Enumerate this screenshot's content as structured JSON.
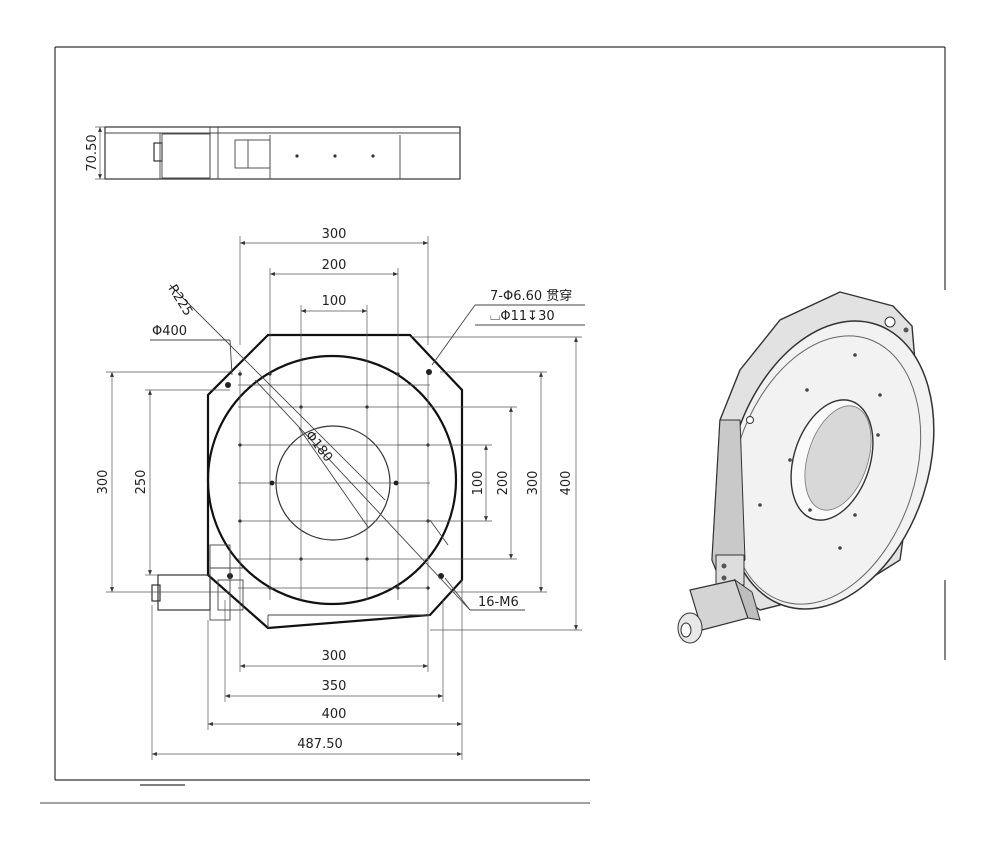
{
  "top_view": {
    "height_dim": "70.50"
  },
  "plan_view": {
    "dims_top": [
      "300",
      "200",
      "100"
    ],
    "dims_bottom": [
      "300",
      "350",
      "400",
      "487.50"
    ],
    "dims_left": [
      "300",
      "250"
    ],
    "dims_right": [
      "100",
      "200",
      "300",
      "400"
    ],
    "radius_label": "R225",
    "outer_dia_label": "Φ400",
    "inner_dia_label": "Φ180",
    "hole_callout_line1": "7-Φ6.60 贯穿",
    "hole_callout_line2": "⌴Φ11↧30",
    "thread_callout": "16-M6"
  }
}
